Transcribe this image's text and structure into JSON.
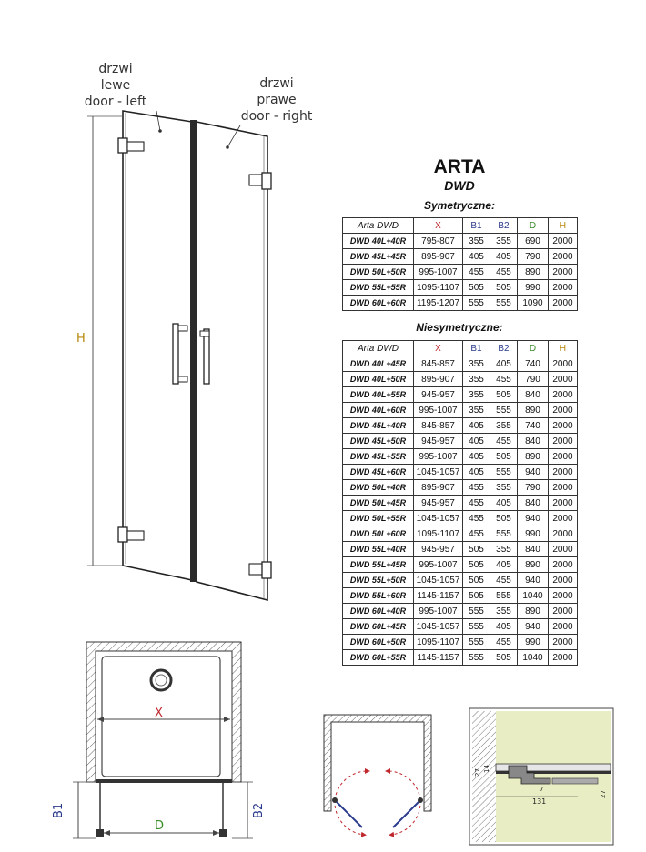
{
  "labels": {
    "door_left_pl": "drzwi lewe",
    "door_left_en": "door - left",
    "door_right_pl": "drzwi prawe",
    "door_right_en": "door - right"
  },
  "product": {
    "title": "ARTA",
    "subtitle": "DWD"
  },
  "symmetric": {
    "caption": "Symetryczne:",
    "headers": [
      "Arta DWD",
      "X",
      "B1",
      "B2",
      "D",
      "H"
    ],
    "rows": [
      [
        "DWD 40L+40R",
        "795-807",
        "355",
        "355",
        "690",
        "2000"
      ],
      [
        "DWD 45L+45R",
        "895-907",
        "405",
        "405",
        "790",
        "2000"
      ],
      [
        "DWD 50L+50R",
        "995-1007",
        "455",
        "455",
        "890",
        "2000"
      ],
      [
        "DWD 55L+55R",
        "1095-1107",
        "505",
        "505",
        "990",
        "2000"
      ],
      [
        "DWD 60L+60R",
        "1195-1207",
        "555",
        "555",
        "1090",
        "2000"
      ]
    ]
  },
  "asymmetric": {
    "caption": "Niesymetryczne:",
    "headers": [
      "Arta DWD",
      "X",
      "B1",
      "B2",
      "D",
      "H"
    ],
    "rows": [
      [
        "DWD 40L+45R",
        "845-857",
        "355",
        "405",
        "740",
        "2000"
      ],
      [
        "DWD 40L+50R",
        "895-907",
        "355",
        "455",
        "790",
        "2000"
      ],
      [
        "DWD 40L+55R",
        "945-957",
        "355",
        "505",
        "840",
        "2000"
      ],
      [
        "DWD 40L+60R",
        "995-1007",
        "355",
        "555",
        "890",
        "2000"
      ],
      [
        "DWD 45L+40R",
        "845-857",
        "405",
        "355",
        "740",
        "2000"
      ],
      [
        "DWD 45L+50R",
        "945-957",
        "405",
        "455",
        "840",
        "2000"
      ],
      [
        "DWD 45L+55R",
        "995-1007",
        "405",
        "505",
        "890",
        "2000"
      ],
      [
        "DWD 45L+60R",
        "1045-1057",
        "405",
        "555",
        "940",
        "2000"
      ],
      [
        "DWD 50L+40R",
        "895-907",
        "455",
        "355",
        "790",
        "2000"
      ],
      [
        "DWD 50L+45R",
        "945-957",
        "455",
        "405",
        "840",
        "2000"
      ],
      [
        "DWD 50L+55R",
        "1045-1057",
        "455",
        "505",
        "940",
        "2000"
      ],
      [
        "DWD 50L+60R",
        "1095-1107",
        "455",
        "555",
        "990",
        "2000"
      ],
      [
        "DWD 55L+40R",
        "945-957",
        "505",
        "355",
        "840",
        "2000"
      ],
      [
        "DWD 55L+45R",
        "995-1007",
        "505",
        "405",
        "890",
        "2000"
      ],
      [
        "DWD 55L+50R",
        "1045-1057",
        "505",
        "455",
        "940",
        "2000"
      ],
      [
        "DWD 55L+60R",
        "1145-1157",
        "505",
        "555",
        "1040",
        "2000"
      ],
      [
        "DWD 60L+40R",
        "995-1007",
        "555",
        "355",
        "890",
        "2000"
      ],
      [
        "DWD 60L+45R",
        "1045-1057",
        "555",
        "405",
        "940",
        "2000"
      ],
      [
        "DWD 60L+50R",
        "1095-1107",
        "555",
        "455",
        "990",
        "2000"
      ],
      [
        "DWD 60L+55R",
        "1145-1157",
        "555",
        "505",
        "1040",
        "2000"
      ]
    ]
  },
  "dimension_labels": {
    "h": "H",
    "x": "X",
    "b1": "B1",
    "b2": "B2",
    "d": "D"
  },
  "profile_dims": {
    "d27a": "27",
    "d14": "14",
    "d7": "7",
    "d131": "131",
    "d27b": "27"
  },
  "colors": {
    "x": "#c0282d",
    "b": "#2a3a8c",
    "d": "#3a8a2a",
    "h": "#b8860b",
    "panel": "#e8edc4"
  }
}
